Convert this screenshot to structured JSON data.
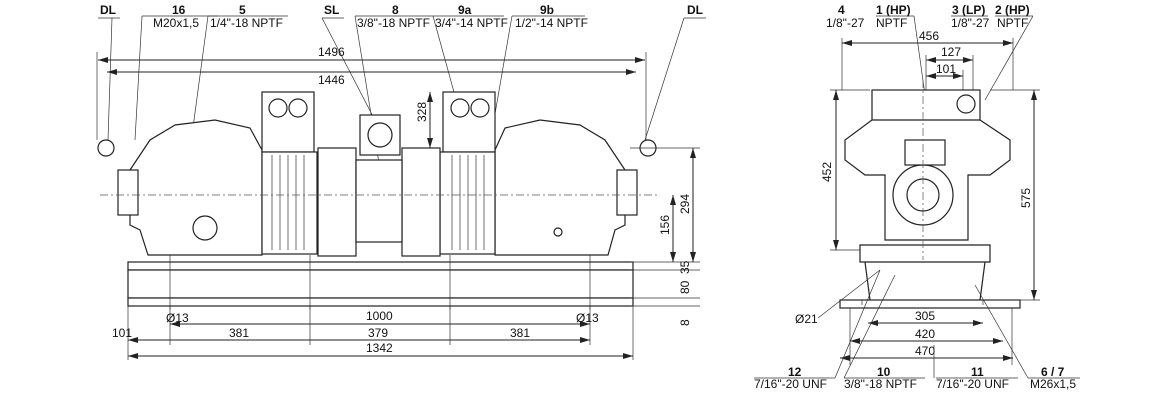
{
  "side_view": {
    "callouts": [
      {
        "num": "DL",
        "spec": ""
      },
      {
        "num": "16",
        "spec": "M20x1,5"
      },
      {
        "num": "5",
        "spec": "1/4\"-18 NPTF"
      },
      {
        "num": "SL",
        "spec": ""
      },
      {
        "num": "8",
        "spec": "3/8\"-18 NPTF"
      },
      {
        "num": "9a",
        "spec": "3/4\"-14 NPTF"
      },
      {
        "num": "9b",
        "spec": "1/2\"-14 NPTF"
      },
      {
        "num": "DL",
        "spec": ""
      }
    ],
    "dims": {
      "overall_1": "1496",
      "overall_2": "1446",
      "h_328": "328",
      "h_294": "294",
      "h_156": "156",
      "h_35": "35",
      "h_80": "80",
      "h_8": "8",
      "hole_left": "Ø13",
      "hole_right": "Ø13",
      "d_101": "101",
      "d_381a": "381",
      "d_379": "379",
      "d_381b": "381",
      "d_1000": "1000",
      "d_1342": "1342"
    }
  },
  "end_view": {
    "callouts_top": [
      {
        "num": "4",
        "spec": "1/8\"-27"
      },
      {
        "num": "1 (HP)",
        "spec": "NPTF"
      },
      {
        "num": "3 (LP)",
        "spec": "1/8\"-27"
      },
      {
        "num": "2 (HP)",
        "spec": "NPTF"
      }
    ],
    "callouts_bottom": [
      {
        "num": "12",
        "spec": "7/16\"-20 UNF"
      },
      {
        "num": "10",
        "spec": "3/8\"-18 NPTF"
      },
      {
        "num": "11",
        "spec": "7/16\"-20 UNF"
      },
      {
        "num": "6 / 7",
        "spec": "M26x1,5"
      }
    ],
    "dims": {
      "w_456": "456",
      "w_127": "127",
      "w_101": "101",
      "h_452": "452",
      "h_575": "575",
      "hole": "Ø21",
      "w_305": "305",
      "w_420": "420",
      "w_470": "470"
    }
  }
}
